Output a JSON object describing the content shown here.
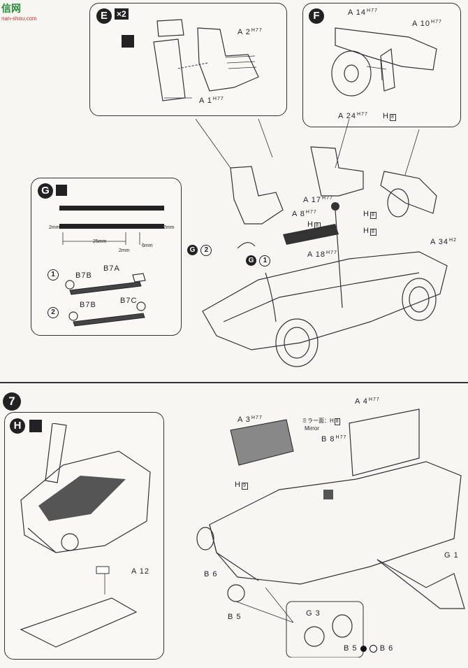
{
  "watermark": {
    "site": "信网",
    "url": "nan-shou.com"
  },
  "step_e": {
    "badge": "E",
    "multiplier": "×2",
    "part_a2": "A 2",
    "part_a2_code": "H77",
    "part_a1": "A 1",
    "part_a1_code": "H77"
  },
  "step_f": {
    "badge": "F",
    "part_a14": "A 14",
    "part_a14_code": "H77",
    "part_a10": "A 10",
    "part_a10_code": "H77",
    "part_a24": "A 24",
    "part_a24_code": "H77",
    "color_h8": "H",
    "color_h8_num": "8"
  },
  "step_g": {
    "badge": "G",
    "dim_2mm_left": "2mm",
    "dim_1_2mm": "1.2mm",
    "dim_25mm": "25mm",
    "dim_2mm_bottom": "2mm",
    "dim_6mm": "6mm",
    "variant1": {
      "num": "1",
      "part_b7b": "B7B",
      "part_b7a": "B7A"
    },
    "variant2": {
      "num": "2",
      "part_b7b": "B7B",
      "part_b7c": "B7C"
    }
  },
  "main_top": {
    "part_a17": "A 17",
    "part_a17_code": "H77",
    "h8_a": "H",
    "h8_a_num": "8",
    "part_a8": "A 8",
    "part_a8_code": "H77",
    "h8_b": "H",
    "h8_b_num": "8",
    "h8_c": "H",
    "h8_c_num": "8",
    "part_a18": "A 18",
    "part_a18_code": "H77",
    "part_a34": "A 34",
    "part_a34_code": "H2",
    "g2_badge": "G",
    "g2_num": "2",
    "g1_badge": "G",
    "g1_num": "1"
  },
  "step7": {
    "number": "7"
  },
  "step_h": {
    "badge": "H",
    "part_a12": "A 12"
  },
  "bottom_right": {
    "part_a3": "A 3",
    "part_a3_code": "H77",
    "mirror_label": "ミラー面：H",
    "mirror_num": "8",
    "mirror_en": "Mirror",
    "part_a4": "A 4",
    "part_a4_code": "H77",
    "part_b8": "B 8",
    "part_b8_code": "H77",
    "h9": "H",
    "h9_num": "9",
    "part_g1": "G 1",
    "part_b6": "B 6",
    "part_b5": "B 5",
    "part_g3": "G 3",
    "part_b5b": "B 5",
    "part_b6b": "B 6"
  }
}
